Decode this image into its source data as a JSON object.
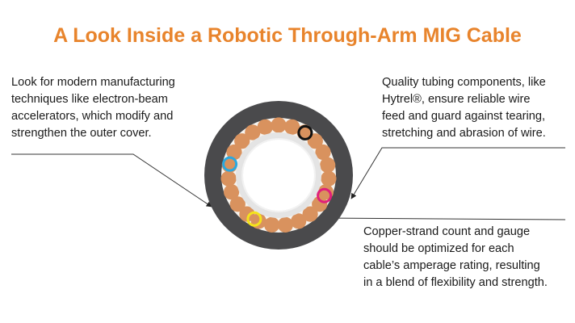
{
  "title": "A Look Inside a Robotic Through-Arm MIG Cable",
  "callouts": {
    "left": [
      "Look for modern manufacturing",
      "techniques like electron-beam",
      "accelerators, which modify and",
      "strengthen the outer cover."
    ],
    "right": [
      "Quality tubing components, like",
      "Hytrel®, ensure reliable wire",
      "feed and guard against tearing,",
      "stretching and abrasion of wire."
    ],
    "bottom": [
      "Copper-strand count and gauge",
      "should be optimized for each",
      "cable’s amperage rating, resulting",
      "in a blend of flexibility and strength."
    ]
  },
  "colors": {
    "title": "#e8842c",
    "outer_jacket": "#4a4a4c",
    "copper_strand": "#d9925e",
    "inner_tube": "#e4e4e4",
    "ring_black": "#111111",
    "ring_blue": "#2aa8df",
    "ring_magenta": "#e0207a",
    "ring_yellow": "#f4e31c"
  }
}
